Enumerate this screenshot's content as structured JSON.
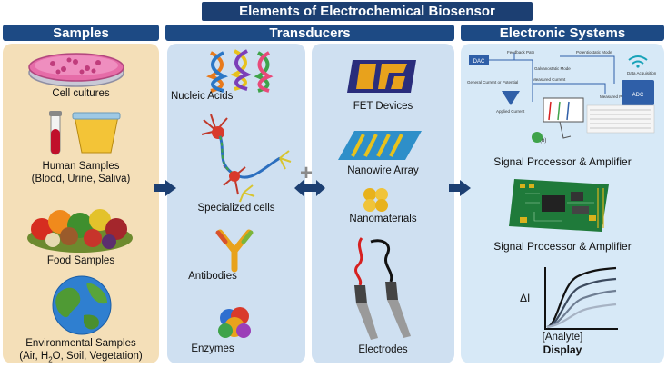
{
  "title": "Elements of Electrochemical Biosensor",
  "headers": {
    "samples": "Samples",
    "transducers": "Transducers",
    "electronic": "Electronic Systems"
  },
  "samples": {
    "cell_cultures": "Cell cultures",
    "human_1": "Human Samples",
    "human_2": "(Blood, Urine, Saliva)",
    "food": "Food Samples",
    "env_1": "Environmental Samples",
    "env_2_pre": "(Air, H",
    "env_2_sub": "2",
    "env_2_post": "O, Soil, Vegetation)"
  },
  "bio": {
    "nucleic": "Nucleic Acids",
    "cells": "Specialized cells",
    "antibodies": "Antibodies",
    "enzymes": "Enzymes"
  },
  "transducer": {
    "fet": "FET Devices",
    "nanowire": "Nanowire Array",
    "nanomaterials": "Nanomaterials",
    "electrodes": "Electrodes"
  },
  "electronic": {
    "signal1": "Signal Processor & Amplifier",
    "signal2": "Signal Processor & Amplifier",
    "ylabel": "ΔI",
    "xlabel": "[Analyte]",
    "display": "Display",
    "circuit": {
      "dac": "DAC",
      "adc": "ADC",
      "feedback": "Feedback Path",
      "potentiostatic": "Potentiostatic Mode",
      "galvanostatic": "Galvanostatic Mode",
      "data_acq": "Data Acquisition",
      "measured_current": "Measured Current",
      "measured_potential": "Measured Potential",
      "general": "General Current or Potential",
      "applied": "Applied Current",
      "b_label": "(b)"
    }
  },
  "colors": {
    "header_bg": "#1d4a84",
    "title_bg": "#1c3f72",
    "samples_panel": "#f4dfb8",
    "transducer_panel": "#cfe0f1",
    "electronic_panel": "#d7e9f7",
    "arrow": "#1c3f72"
  }
}
